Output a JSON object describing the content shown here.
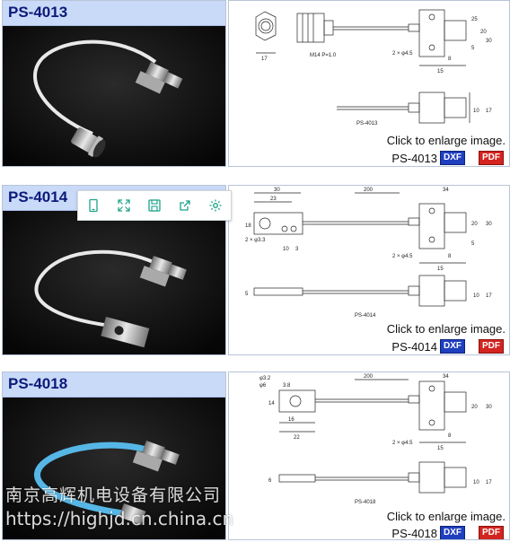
{
  "products": [
    {
      "model": "PS-4013",
      "drawing_label": "PS-4013",
      "thread": "M14 P=1.0",
      "dims_top": [
        "17",
        "15",
        "8",
        "25",
        "20",
        "5",
        "30",
        "10",
        "17"
      ],
      "hole": "2 × φ4.5"
    },
    {
      "model": "PS-4014",
      "drawing_label": "PS-4014",
      "dims_top": [
        "30",
        "23",
        "200",
        "34",
        "18",
        "10",
        "3",
        "5",
        "15",
        "8",
        "20",
        "30",
        "10",
        "17",
        "5"
      ],
      "hole_small": "2 × φ3.3",
      "hole": "2 × φ4.5"
    },
    {
      "model": "PS-4018",
      "drawing_label": "PS-4018",
      "dims_top": [
        "φ3.2",
        "φ6",
        "3.8",
        "200",
        "34",
        "14",
        "16",
        "22",
        "15",
        "8",
        "20",
        "30",
        "6",
        "10",
        "17"
      ],
      "hole": "2 × φ4.5"
    }
  ],
  "enlarge_text": "Click to enlarge image.",
  "badges": {
    "dxf": "DXF",
    "pdf": "PDF"
  },
  "watermark": {
    "company": "南京高辉机电设备有限公司",
    "url": "https://highjd.cn.china.cn"
  },
  "colors": {
    "title_bg": "#c9daf8",
    "title_text": "#0b1a7a",
    "dxf": "#1f3fbf",
    "pdf": "#d3241f",
    "toolbar_icon": "#1aa38a"
  }
}
